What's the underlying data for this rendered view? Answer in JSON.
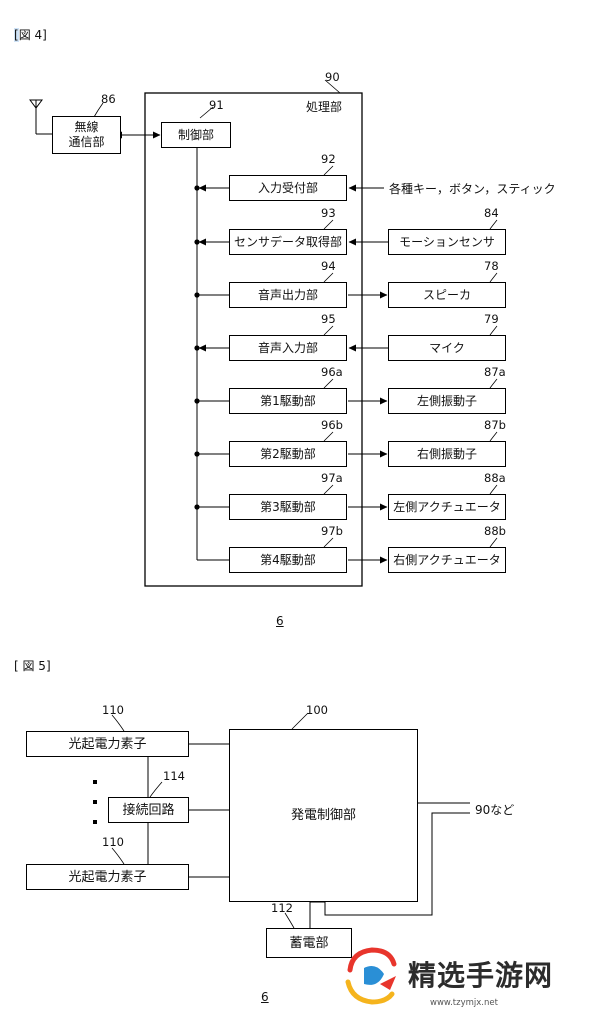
{
  "fig4": {
    "title_bracket": "[",
    "title_text": "図 4]",
    "ref_90": "90",
    "processor_label": "処理部",
    "ref_86": "86",
    "wireless": "無線\n通信部",
    "ref_91": "91",
    "control": "制御部",
    "rows": [
      {
        "ref": "92",
        "block": "入力受付部",
        "ext_ref": "",
        "ext": "各種キー，ボタン，スティック",
        "dir": "in_text"
      },
      {
        "ref": "93",
        "block": "センサデータ取得部",
        "ext_ref": "84",
        "ext": "モーションセンサ",
        "dir": "in"
      },
      {
        "ref": "94",
        "block": "音声出力部",
        "ext_ref": "78",
        "ext": "スピーカ",
        "dir": "out"
      },
      {
        "ref": "95",
        "block": "音声入力部",
        "ext_ref": "79",
        "ext": "マイク",
        "dir": "in"
      },
      {
        "ref": "96a",
        "block": "第1駆動部",
        "ext_ref": "87a",
        "ext": "左側振動子",
        "dir": "out"
      },
      {
        "ref": "96b",
        "block": "第2駆動部",
        "ext_ref": "87b",
        "ext": "右側振動子",
        "dir": "out"
      },
      {
        "ref": "97a",
        "block": "第3駆動部",
        "ext_ref": "88a",
        "ext": "左側アクチュエータ",
        "dir": "out"
      },
      {
        "ref": "97b",
        "block": "第4駆動部",
        "ext_ref": "88b",
        "ext": "右側アクチュエータ",
        "dir": "out"
      }
    ],
    "page_ref": "6"
  },
  "fig5": {
    "title": "[ 図 5]",
    "ref_110_top": "110",
    "pv_top": "光起電力素子",
    "ref_114": "114",
    "connection": "接続回路",
    "ref_110_bottom": "110",
    "pv_bottom": "光起電力素子",
    "ref_100": "100",
    "gen_control": "発電制御部",
    "output_label": "90など",
    "ref_112": "112",
    "storage": "蓄電部",
    "page_ref": "6"
  },
  "watermark": {
    "text": "精选手游网",
    "url": "www.tzymjx.net"
  },
  "colors": {
    "line": "#000000",
    "highlight": "#cfe3f7",
    "logo_red": "#e8352c",
    "logo_yellow": "#f5b41d",
    "logo_blue": "#2a8fd6"
  }
}
